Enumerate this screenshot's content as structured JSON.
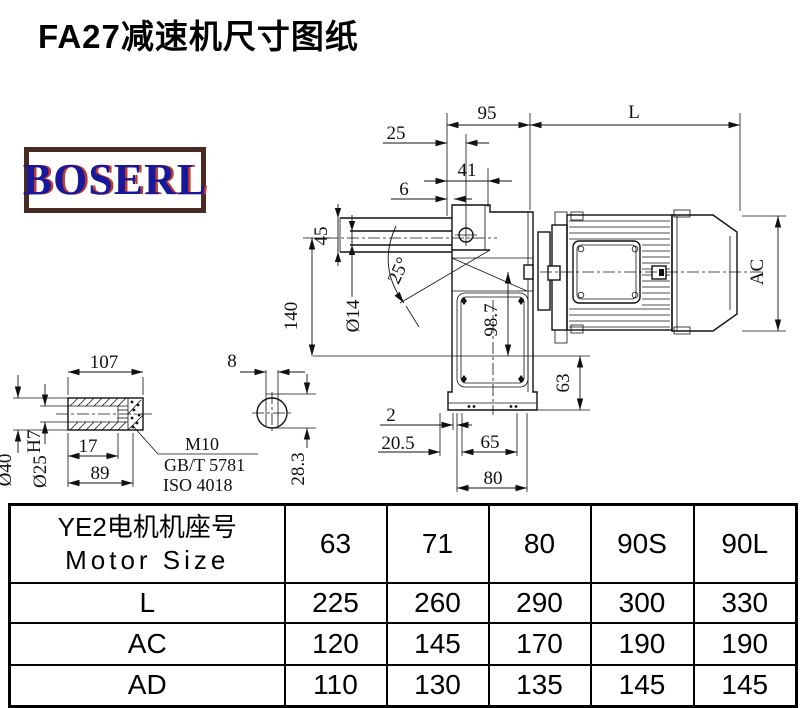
{
  "title": "FA27减速机尺寸图纸",
  "logo": {
    "text": "BOSERL",
    "border_color": "#4a2b24",
    "text_color": "#18189a",
    "shadow_color": "#bf3b2f"
  },
  "drawing": {
    "dims": {
      "d95": "95",
      "L": "L",
      "d25": "25",
      "d41": "41",
      "d6": "6",
      "d45": "45",
      "dia14": "Ø14",
      "ang25": "25°",
      "d140": "140",
      "d98_7": "98.7",
      "ac": "AC",
      "d63": "63",
      "d2": "2",
      "d20_5": "20.5",
      "d65": "65",
      "d80": "80",
      "d107": "107",
      "d17": "17",
      "d89": "89",
      "dia40": "Ø40",
      "dia25": "Ø25",
      "h7": "H7",
      "d8": "8",
      "d28_3": "28.3"
    },
    "notes": {
      "m10": "M10",
      "gbt": "GB/T 5781",
      "iso": "ISO 4018"
    }
  },
  "table": {
    "header": {
      "line1": "YE2电机机座号",
      "line2": "Motor Size",
      "sizes": [
        "63",
        "71",
        "80",
        "90S",
        "90L"
      ]
    },
    "rows": [
      {
        "label": "L",
        "values": [
          "225",
          "260",
          "290",
          "300",
          "330"
        ]
      },
      {
        "label": "AC",
        "values": [
          "120",
          "145",
          "170",
          "190",
          "190"
        ]
      },
      {
        "label": "AD",
        "values": [
          "110",
          "130",
          "135",
          "145",
          "145"
        ]
      }
    ]
  }
}
